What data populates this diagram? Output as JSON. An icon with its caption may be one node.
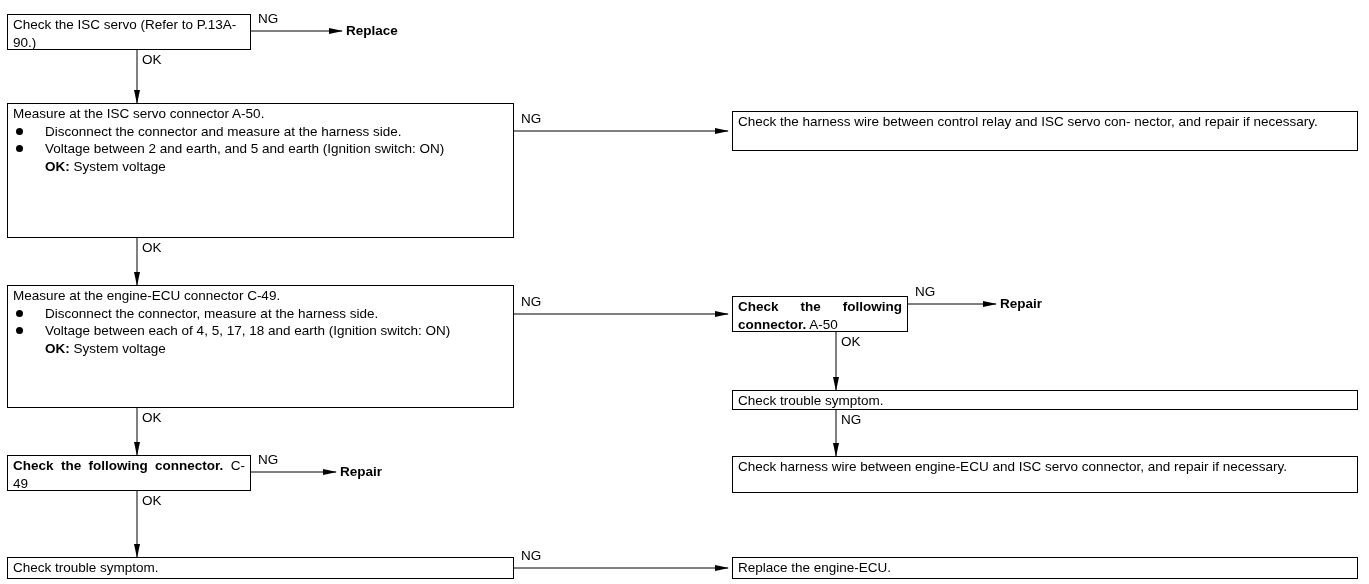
{
  "diagram": {
    "nodes": [
      {
        "text": [
          "Check the ISC servo (Refer to P.13A-90.)"
        ]
      },
      {
        "text": [
          "Replace"
        ]
      },
      {
        "text": [
          "Measure at the ISC servo connector A-50.",
          "Disconnect the connector and measure at the harness side.",
          "Voltage between 2 and earth, and 5 and earth (Ignition switch: ON)",
          "**OK:** System voltage"
        ]
      },
      {
        "text": [
          "Check the harness wire between control relay and ISC servo con- nector, and repair if necessary."
        ]
      },
      {
        "text": [
          "Measure at the engine-ECU connector C-49.",
          "Disconnect the connector, measure at the harness side.",
          "Voltage between each of 4, 5, 17, 18 and earth (Ignition switch: ON)",
          "**OK:** System voltage"
        ]
      },
      {
        "text": [
          "**Check the following connector.** A-50"
        ]
      },
      {
        "text": [
          "Repair"
        ]
      },
      {
        "text": [
          "Check trouble symptom."
        ]
      },
      {
        "text": [
          "Check harness wire between engine-ECU and ISC servo connector, and repair if necessary."
        ]
      },
      {
        "text": [
          "**Check the following connector.** C-49"
        ]
      },
      {
        "text": [
          "Repair"
        ]
      },
      {
        "text": [
          "Check trouble symptom."
        ]
      },
      {
        "text": [
          "Replace the engine-ECU."
        ]
      }
    ],
    "edges": [
      {
        "from": 0,
        "to": 1,
        "arrow": "to",
        "label": "NG"
      },
      {
        "from": 0,
        "to": 2,
        "arrow": "to",
        "label": "OK"
      },
      {
        "from": 2,
        "to": 3,
        "arrow": "to",
        "label": "NG"
      },
      {
        "from": 2,
        "to": 4,
        "arrow": "to",
        "label": "OK"
      },
      {
        "from": 4,
        "to": 5,
        "arrow": "to",
        "label": "NG"
      },
      {
        "from": 5,
        "to": 6,
        "arrow": "to",
        "label": "NG"
      },
      {
        "from": 5,
        "to": 7,
        "arrow": "to",
        "label": "OK"
      },
      {
        "from": 7,
        "to": 8,
        "arrow": "to",
        "label": "NG"
      },
      {
        "from": 4,
        "to": 9,
        "arrow": "to",
        "label": "OK"
      },
      {
        "from": 9,
        "to": 10,
        "arrow": "to",
        "label": "NG"
      },
      {
        "from": 9,
        "to": 11,
        "arrow": "to",
        "label": "OK"
      },
      {
        "from": 11,
        "to": 12,
        "arrow": "to",
        "label": "NG"
      }
    ]
  }
}
